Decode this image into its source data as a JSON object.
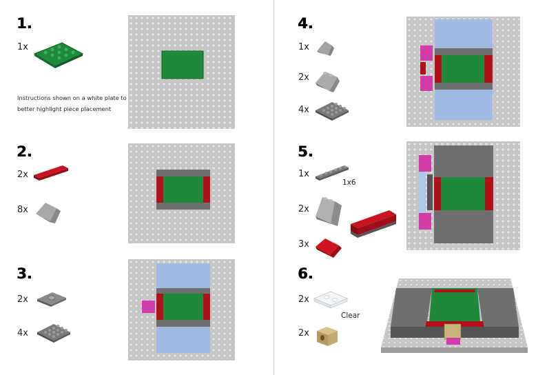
{
  "note": "Instructions shown on a white plate to better highlight piece placement",
  "colors": {
    "baseplate": "#c8c8c8",
    "stud": "#dcdcdc",
    "green": "#1f8a3a",
    "red": "#b0101a",
    "dark_gray": "#6c6c6c",
    "light_blue": "#9fbbe4",
    "magenta": "#d23ca8",
    "tan": "#c9b27a",
    "clear": "#eef2f4"
  },
  "steps": [
    {
      "number": "1.",
      "parts": [
        {
          "qty": "1x",
          "piece": "green-plate-4x6"
        }
      ]
    },
    {
      "number": "2.",
      "parts": [
        {
          "qty": "2x",
          "piece": "red-plate-1x4"
        },
        {
          "qty": "8x",
          "piece": "gray-slope"
        }
      ]
    },
    {
      "number": "3.",
      "parts": [
        {
          "qty": "2x",
          "piece": "jumper-plate"
        },
        {
          "qty": "4x",
          "piece": "gray-plate-4x4"
        }
      ]
    },
    {
      "number": "4.",
      "parts": [
        {
          "qty": "1x",
          "piece": "small-slope"
        },
        {
          "qty": "2x",
          "piece": "slope-2x2"
        },
        {
          "qty": "4x",
          "piece": "gray-plate-4x4"
        }
      ]
    },
    {
      "number": "5.",
      "parts": [
        {
          "qty": "1x",
          "piece": "plate-1x6",
          "label": "1x6"
        },
        {
          "qty": "2x",
          "piece": "tall-slope"
        },
        {
          "qty": "3x",
          "piece": "red-slope"
        }
      ]
    },
    {
      "number": "6.",
      "parts": [
        {
          "qty": "2x",
          "piece": "clear-plate",
          "label": "Clear"
        },
        {
          "qty": "2x",
          "piece": "tan-brick"
        }
      ]
    }
  ]
}
